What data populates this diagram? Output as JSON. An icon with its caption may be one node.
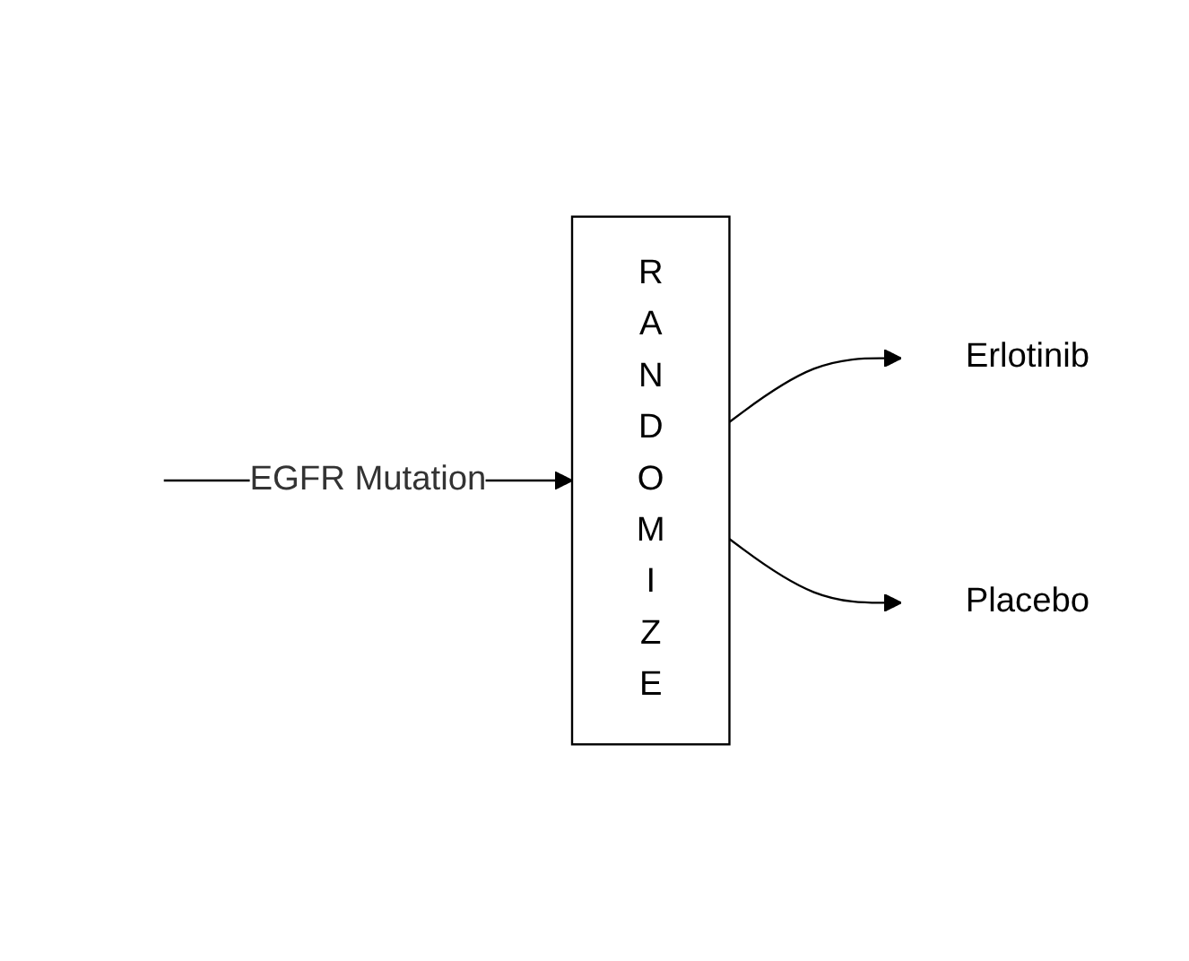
{
  "diagram": {
    "nodes": [
      {
        "text": [
          "R A N D O M I Z E"
        ]
      },
      {
        "text": [
          "Erlotinib"
        ]
      },
      {
        "text": [
          "Placebo"
        ]
      }
    ],
    "edges": [
      {
        "from": null,
        "to": 0,
        "label": "EGFR Mutation",
        "arrow": "to"
      },
      {
        "from": 0,
        "to": 1,
        "arrow": "to"
      },
      {
        "from": 0,
        "to": 2,
        "arrow": "to"
      }
    ]
  }
}
